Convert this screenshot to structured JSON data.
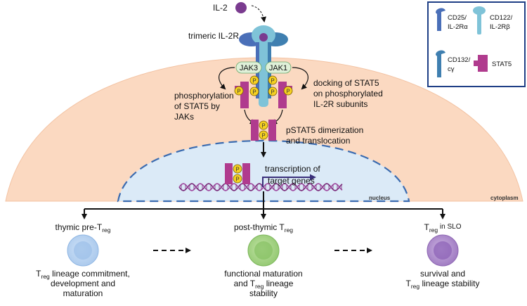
{
  "ligand": {
    "label": "IL-2"
  },
  "receptor": {
    "label": "trimeric IL-2R"
  },
  "kinases": {
    "jak3": "JAK3",
    "jak1": "JAK1"
  },
  "phospho_mark": "P",
  "annotations": {
    "docking": [
      "docking of STAT5",
      "on phosphorylated",
      "IL-2R subunits"
    ],
    "phosphorylation": [
      "phosphorylation",
      "of STAT5 by",
      "JAKs"
    ],
    "dimerization": [
      "pSTAT5 dimerization",
      "and translocation"
    ],
    "transcription": [
      "transcription of",
      "target genes"
    ]
  },
  "compartments": {
    "nucleus": "nucleus",
    "cytoplasm": "cytoplasm"
  },
  "legend": {
    "cd25": [
      "CD25/",
      "IL-2Rα"
    ],
    "cd122": [
      "CD122/",
      "IL-2Rβ"
    ],
    "cd132": [
      "CD132/",
      "cγ"
    ],
    "stat5": "STAT5"
  },
  "stages": [
    {
      "title": "thymic pre-T",
      "title_sub": "reg",
      "title_suffix": "",
      "desc": [
        {
          "pre": "T",
          "sub": "reg",
          "post": " lineage commitment,"
        },
        {
          "pre": "development and",
          "sub": "",
          "post": ""
        },
        {
          "pre": "maturation",
          "sub": "",
          "post": ""
        }
      ]
    },
    {
      "title": "post-thymic T",
      "title_sub": "reg",
      "title_suffix": "",
      "desc": [
        {
          "pre": "functional maturation",
          "sub": "",
          "post": ""
        },
        {
          "pre": "and T",
          "sub": "reg",
          "post": " lineage"
        },
        {
          "pre": "stability",
          "sub": "",
          "post": ""
        }
      ]
    },
    {
      "title": "T",
      "title_sub": "reg",
      "title_suffix": " in SLO",
      "desc": [
        {
          "pre": "survival and",
          "sub": "",
          "post": ""
        },
        {
          "pre": "T",
          "sub": "reg",
          "post": " lineage stability"
        }
      ]
    }
  ],
  "colors": {
    "cytoplasm": "#fbd9c1",
    "nucleus": "#dbeaf7",
    "stat5": "#b03b8e",
    "phospho": "#f5d022",
    "il2": "#7a3b8f",
    "cell1": "#b9d4f0",
    "cell2": "#a9d688",
    "cell3": "#b492cf"
  }
}
